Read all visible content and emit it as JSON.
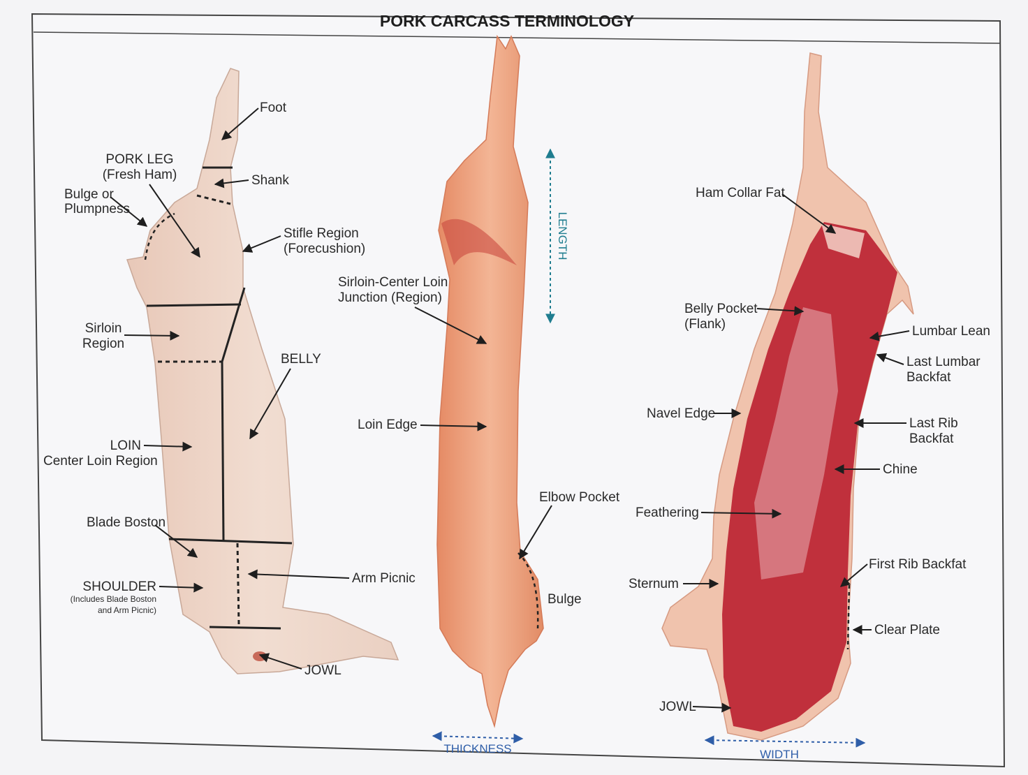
{
  "title": "PORK CARCASS TERMINOLOGY",
  "left_view": {
    "foot": "Foot",
    "pork_leg": [
      "PORK LEG",
      "(Fresh Ham)"
    ],
    "shank": "Shank",
    "bulge_plumpness": [
      "Bulge or",
      "Plumpness"
    ],
    "stifle": [
      "Stifle Region",
      "(Forecushion)"
    ],
    "sirloin_region": [
      "Sirloin",
      "Region"
    ],
    "belly": "BELLY",
    "loin": [
      "LOIN",
      "Center Loin Region"
    ],
    "blade_boston": "Blade Boston",
    "shoulder": [
      "SHOULDER",
      "(Includes Blade Boston",
      "and Arm Picnic)"
    ],
    "arm_picnic": "Arm Picnic",
    "jowl": "JOWL"
  },
  "middle_view": {
    "sirloin_center_junction": [
      "Sirloin-Center Loin",
      "Junction (Region)"
    ],
    "loin_edge": "Loin Edge",
    "elbow_pocket": "Elbow Pocket",
    "bulge": "Bulge",
    "length": "LENGTH",
    "thickness": "THICKNESS"
  },
  "right_view": {
    "ham_collar_fat": "Ham Collar Fat",
    "belly_pocket": [
      "Belly Pocket",
      "(Flank)"
    ],
    "lumbar_lean": "Lumbar Lean",
    "last_lumbar_backfat": [
      "Last Lumbar",
      "Backfat"
    ],
    "navel_edge": "Navel Edge",
    "last_rib_backfat": [
      "Last Rib",
      "Backfat"
    ],
    "chine": "Chine",
    "feathering": "Feathering",
    "sternum": "Sternum",
    "first_rib_backfat": "First Rib Backfat",
    "clear_plate": "Clear Plate",
    "jowl": "JOWL",
    "width": "WIDTH"
  },
  "colors": {
    "left_carcass": "#ecd2c4",
    "middle_carcass": "#eca07c",
    "right_lean": "#c0303c",
    "right_fat": "#f0c3ad",
    "background": "#f4f4f6",
    "dimension_blue": "#2f5ea8",
    "dimension_teal": "#1f7d8f"
  }
}
